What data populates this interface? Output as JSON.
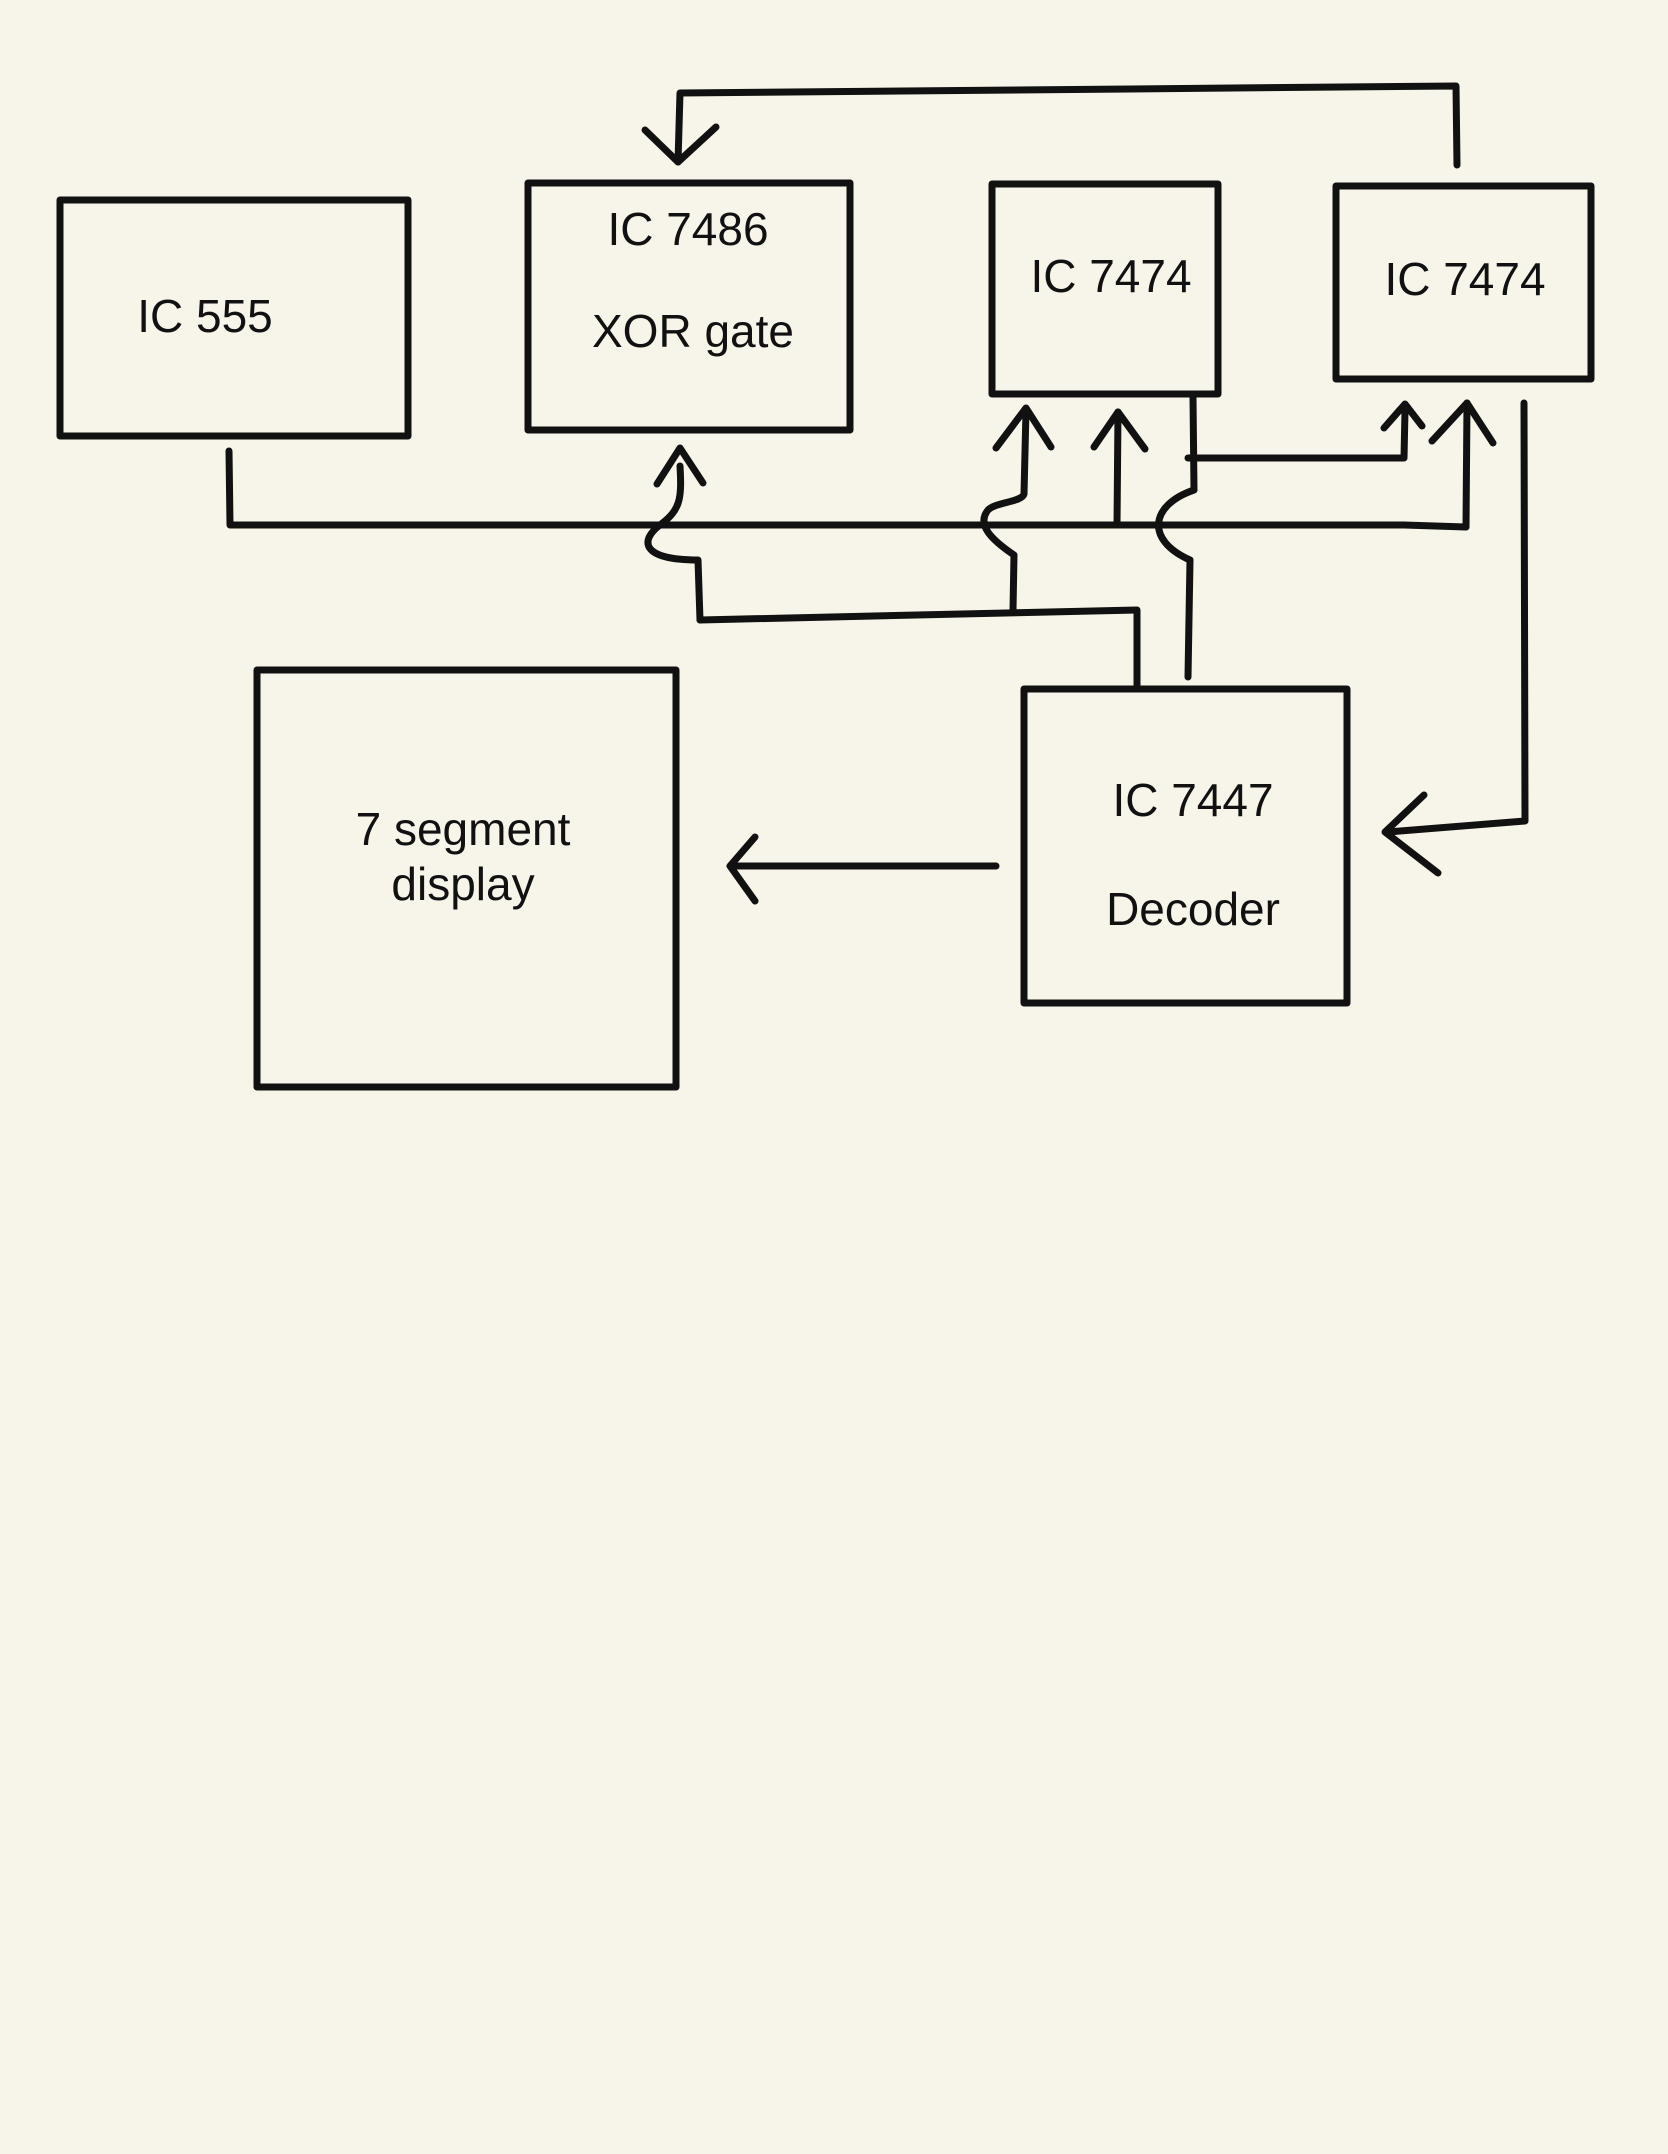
{
  "colors": {
    "background": "#f7f5e9",
    "ink": "#111111"
  },
  "blocks": {
    "ic555": {
      "line1": "IC 555"
    },
    "ic7486": {
      "line1": "IC 7486",
      "line2": "XOR gate"
    },
    "ic7474_a": {
      "line1": "IC 7474"
    },
    "ic7474_b": {
      "line1": "IC 7474"
    },
    "ic7447": {
      "line1": "IC 7447",
      "line2": "Decoder"
    },
    "seven_segment": {
      "line1": "7 segment",
      "line2": "display"
    }
  }
}
